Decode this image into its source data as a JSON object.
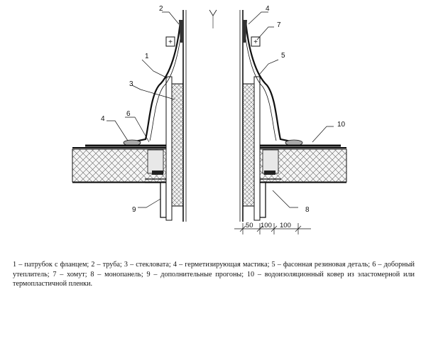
{
  "labels": {
    "l1": "1",
    "l2": "2",
    "l3": "3",
    "l4a": "4",
    "l4b": "4",
    "l5": "5",
    "l6": "6",
    "l7": "7",
    "l8": "8",
    "l9": "9",
    "l10": "10"
  },
  "dimensions": {
    "d1": "50",
    "d2": "100",
    "d3": "100"
  },
  "clamp_symbol": "+",
  "caption": "1 – патрубок с фланцем; 2 – труба; 3 – стекловата; 4 – герметизирующая мастика; 5 – фасонная резиновая деталь; 6 – доборный утеплитель; 7 – хомут; 8 – монопанель; 9 – дополнительные прогоны; 10 – водоизоляционный ковер из эластомерной или термопластичной пленки.",
  "colors": {
    "line": "#111111",
    "hatch": "#555555",
    "insulation_bg": "#f2f2f2",
    "dark_fill": "#222222"
  }
}
